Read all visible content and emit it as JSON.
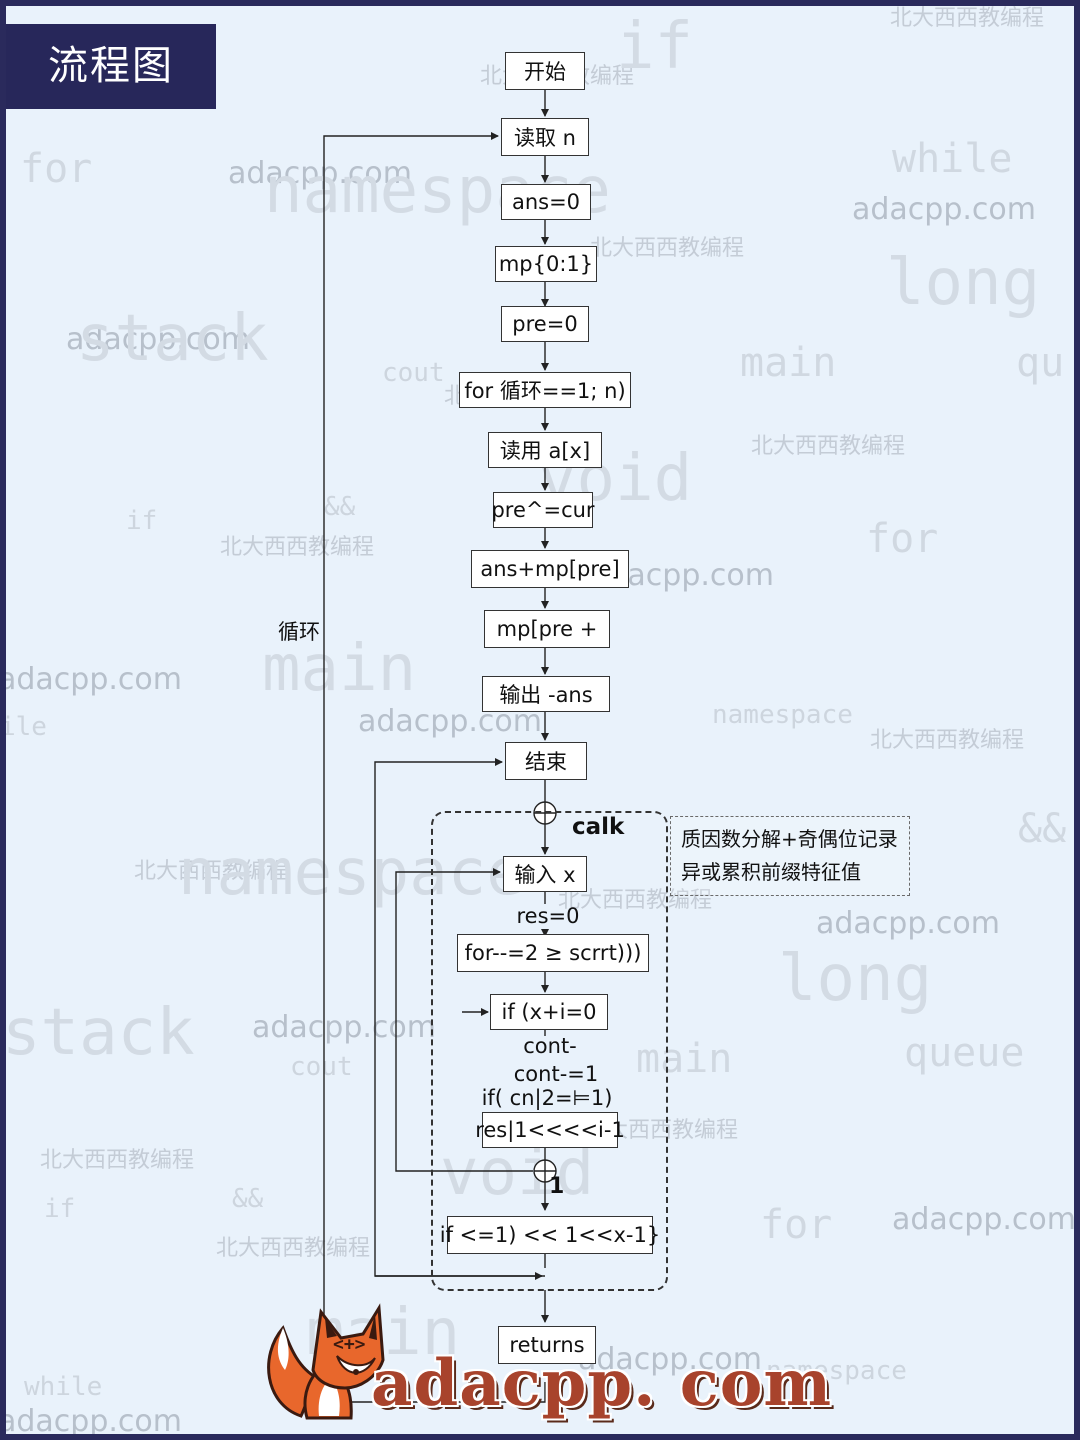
{
  "title": "流程图",
  "watermarks": {
    "brand_cn": "北大西西教编程",
    "url": "adacpp.com",
    "keywords": [
      "namespace",
      "while",
      "for",
      "long",
      "stack",
      "main",
      "cout",
      "void",
      "&&",
      "if",
      "queue",
      "ile",
      "qu"
    ]
  },
  "flowchart": {
    "start": "开始",
    "read_n": "读取 n",
    "ans_init": "ans=0",
    "mp_init": "mp{0:1}",
    "pre_init": "pre=0",
    "for_loop": "for 循环==1; n)",
    "read_a": "读用  a[x]",
    "pre_cur": "pre^=cur",
    "ans_add": "ans+mp[pre]",
    "mp_inc": "mp[pre +",
    "output": "输出  -ans",
    "end": "结束",
    "loop_label": "循环",
    "calk_label": "calk",
    "input_x": "输入 x",
    "res_init": "res=0",
    "for_sqrt": "for--=2 ≥ scrrt)))",
    "if_mod": "if (x+i=0",
    "cont_a": "cont-",
    "cont_b": "cont-=1",
    "if_cnt": "if( cn|2=⊨1)",
    "res_shift": "res|1<<<<i-1",
    "one_label": "1",
    "if_last": "if <=1) << 1<<x-1}",
    "returns": "returns",
    "note_line1": "质因数分解+奇偶位记录",
    "note_line2": "异或累积前缀特征值"
  },
  "logo_text": "adacpp. com",
  "colors": {
    "frame": "#2a2a5c",
    "background": "#e9f2fb",
    "banner": "#27275a",
    "logo_text": "#a8432c",
    "fox_orange": "#e8672c"
  }
}
